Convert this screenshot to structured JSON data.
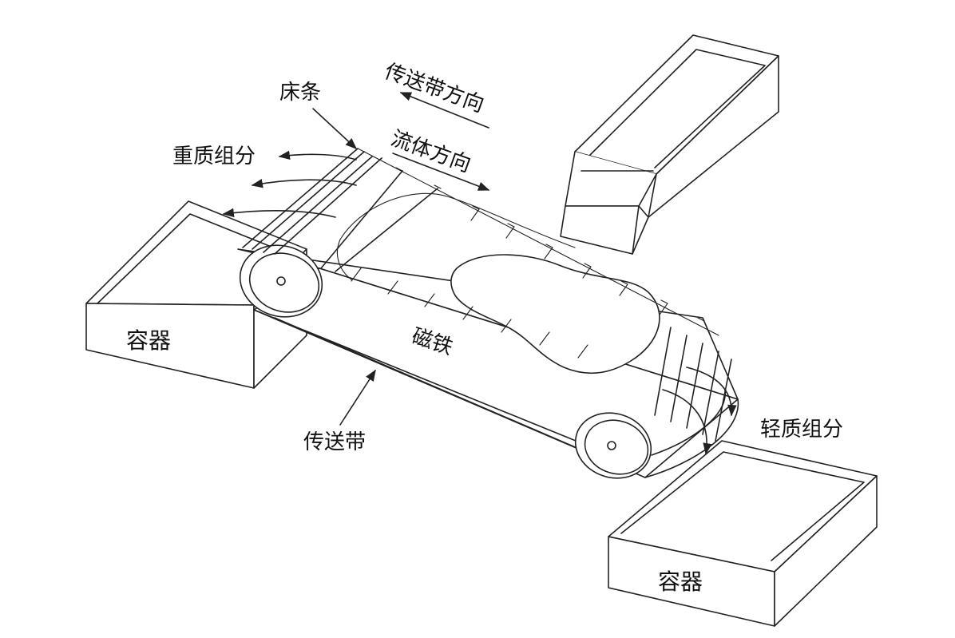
{
  "diagram": {
    "labels": {
      "belt_direction": "传送带方向",
      "fluid_direction": "流体方向",
      "bed_bar": "床条",
      "heavy_fraction": "重质组分",
      "magnet": "磁铁",
      "conveyor_belt": "传送带",
      "light_fraction": "轻质组分",
      "container_left": "容器",
      "container_right": "容器"
    },
    "colors": {
      "line": "#222222",
      "background": "#ffffff"
    }
  }
}
